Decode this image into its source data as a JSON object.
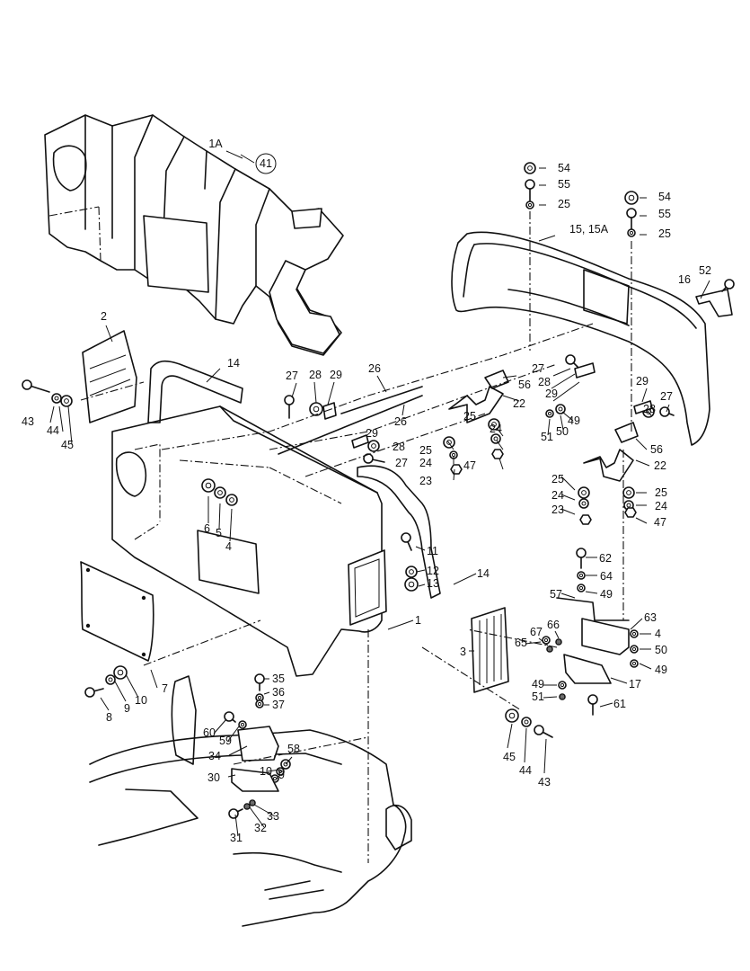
{
  "diagram": {
    "callouts": [
      {
        "id": "1A",
        "text": "1A"
      },
      {
        "id": "41",
        "text": "41"
      },
      {
        "id": "54a",
        "text": "54"
      },
      {
        "id": "55a",
        "text": "55"
      },
      {
        "id": "25a",
        "text": "25"
      },
      {
        "id": "54b",
        "text": "54"
      },
      {
        "id": "55b",
        "text": "55"
      },
      {
        "id": "25b",
        "text": "25"
      },
      {
        "id": "15",
        "text": "15, 15A"
      },
      {
        "id": "52",
        "text": "52"
      },
      {
        "id": "16",
        "text": "16"
      },
      {
        "id": "2",
        "text": "2"
      },
      {
        "id": "14a",
        "text": "14"
      },
      {
        "id": "27a",
        "text": "27"
      },
      {
        "id": "28a",
        "text": "28"
      },
      {
        "id": "29a",
        "text": "29"
      },
      {
        "id": "26a",
        "text": "26"
      },
      {
        "id": "26b",
        "text": "26"
      },
      {
        "id": "27b",
        "text": "27"
      },
      {
        "id": "28b",
        "text": "28"
      },
      {
        "id": "29b",
        "text": "29"
      },
      {
        "id": "56a",
        "text": "56"
      },
      {
        "id": "22a",
        "text": "22"
      },
      {
        "id": "29c",
        "text": "29"
      },
      {
        "id": "27c",
        "text": "27"
      },
      {
        "id": "28c",
        "text": "28"
      },
      {
        "id": "43a",
        "text": "43"
      },
      {
        "id": "44a",
        "text": "44"
      },
      {
        "id": "45a",
        "text": "45"
      },
      {
        "id": "25c",
        "text": "25"
      },
      {
        "id": "24a",
        "text": "24"
      },
      {
        "id": "25d",
        "text": "25"
      },
      {
        "id": "24b",
        "text": "24"
      },
      {
        "id": "47a",
        "text": "47"
      },
      {
        "id": "23a",
        "text": "23"
      },
      {
        "id": "29d",
        "text": "29"
      },
      {
        "id": "28d",
        "text": "28"
      },
      {
        "id": "27d",
        "text": "27"
      },
      {
        "id": "51a",
        "text": "51"
      },
      {
        "id": "50a",
        "text": "50"
      },
      {
        "id": "49a",
        "text": "49"
      },
      {
        "id": "56b",
        "text": "56"
      },
      {
        "id": "22b",
        "text": "22"
      },
      {
        "id": "25e",
        "text": "25"
      },
      {
        "id": "24c",
        "text": "24"
      },
      {
        "id": "23b",
        "text": "23"
      },
      {
        "id": "25f",
        "text": "25"
      },
      {
        "id": "24d",
        "text": "24"
      },
      {
        "id": "47b",
        "text": "47"
      },
      {
        "id": "6",
        "text": "6"
      },
      {
        "id": "5",
        "text": "5"
      },
      {
        "id": "4a",
        "text": "4"
      },
      {
        "id": "11",
        "text": "11"
      },
      {
        "id": "12",
        "text": "12"
      },
      {
        "id": "13",
        "text": "13"
      },
      {
        "id": "14b",
        "text": "14"
      },
      {
        "id": "62",
        "text": "62"
      },
      {
        "id": "64",
        "text": "64"
      },
      {
        "id": "57",
        "text": "57"
      },
      {
        "id": "49b",
        "text": "49"
      },
      {
        "id": "1",
        "text": "1"
      },
      {
        "id": "63",
        "text": "63"
      },
      {
        "id": "66",
        "text": "66"
      },
      {
        "id": "67",
        "text": "67"
      },
      {
        "id": "65",
        "text": "65"
      },
      {
        "id": "4b",
        "text": "4"
      },
      {
        "id": "50b",
        "text": "50"
      },
      {
        "id": "49c",
        "text": "49"
      },
      {
        "id": "3",
        "text": "3"
      },
      {
        "id": "49d",
        "text": "49"
      },
      {
        "id": "17",
        "text": "17"
      },
      {
        "id": "51b",
        "text": "51"
      },
      {
        "id": "61",
        "text": "61"
      },
      {
        "id": "7",
        "text": "7"
      },
      {
        "id": "8",
        "text": "8"
      },
      {
        "id": "9a",
        "text": "9"
      },
      {
        "id": "10a",
        "text": "10"
      },
      {
        "id": "35",
        "text": "35"
      },
      {
        "id": "36",
        "text": "36"
      },
      {
        "id": "37",
        "text": "37"
      },
      {
        "id": "60",
        "text": "60"
      },
      {
        "id": "59",
        "text": "59"
      },
      {
        "id": "58",
        "text": "58"
      },
      {
        "id": "34",
        "text": "34"
      },
      {
        "id": "10b",
        "text": "10"
      },
      {
        "id": "9b",
        "text": "9"
      },
      {
        "id": "30",
        "text": "30"
      },
      {
        "id": "33",
        "text": "33"
      },
      {
        "id": "32",
        "text": "32"
      },
      {
        "id": "31",
        "text": "31"
      },
      {
        "id": "45b",
        "text": "45"
      },
      {
        "id": "44b",
        "text": "44"
      },
      {
        "id": "43b",
        "text": "43"
      }
    ]
  }
}
